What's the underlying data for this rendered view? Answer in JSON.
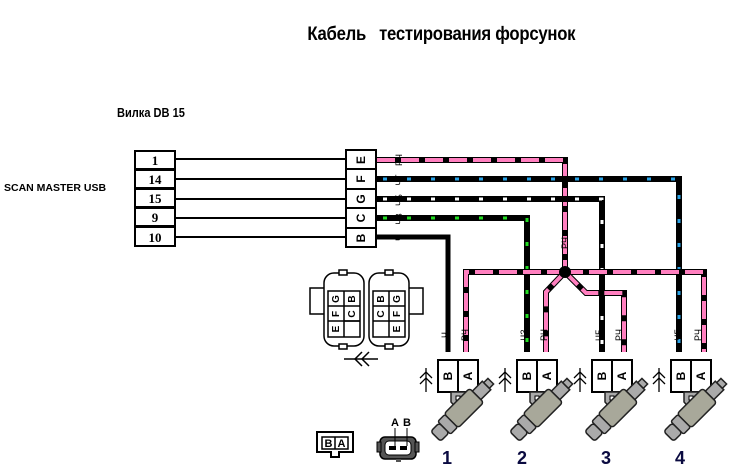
{
  "title": "Кабель   тестирования форсунок",
  "plug_label": "Вилка DB 15",
  "device_label": "SCAN MASTER USB",
  "db15_pins": [
    "1",
    "14",
    "15",
    "9",
    "10"
  ],
  "connector_letters": [
    "E",
    "F",
    "G",
    "C",
    "B"
  ],
  "wires": [
    {
      "from_pin": "1",
      "to_letter": "E",
      "code": "РЧ",
      "colors": [
        "#ff7fbf",
        "#000000"
      ]
    },
    {
      "from_pin": "14",
      "to_letter": "F",
      "code": "ЧГ",
      "colors": [
        "#000000",
        "#29a3e8"
      ]
    },
    {
      "from_pin": "15",
      "to_letter": "G",
      "code": "ЧБ",
      "colors": [
        "#000000",
        "#ffffff"
      ]
    },
    {
      "from_pin": "9",
      "to_letter": "C",
      "code": "ЧЗ",
      "colors": [
        "#000000",
        "#22dd22"
      ]
    },
    {
      "from_pin": "10",
      "to_letter": "B",
      "code": "Ч",
      "colors": [
        "#000000"
      ]
    }
  ],
  "splice_label": "РЧ",
  "connector_face_left": {
    "rows": [
      [
        "G",
        "B"
      ],
      [
        "F",
        "C"
      ],
      [
        "E",
        ""
      ]
    ]
  },
  "connector_face_right": {
    "rows": [
      [
        "B",
        "G"
      ],
      [
        "C",
        "F"
      ],
      [
        "",
        "E"
      ]
    ]
  },
  "injectors": [
    {
      "number": "1",
      "pin_b": "B",
      "pin_a": "A",
      "wire_b": "Ч",
      "wire_a": "РЧ"
    },
    {
      "number": "2",
      "pin_b": "B",
      "pin_a": "A",
      "wire_b": "ЧЗ",
      "wire_a": "РЧ"
    },
    {
      "number": "3",
      "pin_b": "B",
      "pin_a": "A",
      "wire_b": "ЧБ",
      "wire_a": "РЧ"
    },
    {
      "number": "4",
      "pin_b": "B",
      "pin_a": "A",
      "wire_b": "ЧГ",
      "wire_a": "РЧ"
    }
  ],
  "legend": {
    "socket_pins": [
      "B",
      "A"
    ],
    "plug_pins": [
      "A",
      "B"
    ]
  }
}
